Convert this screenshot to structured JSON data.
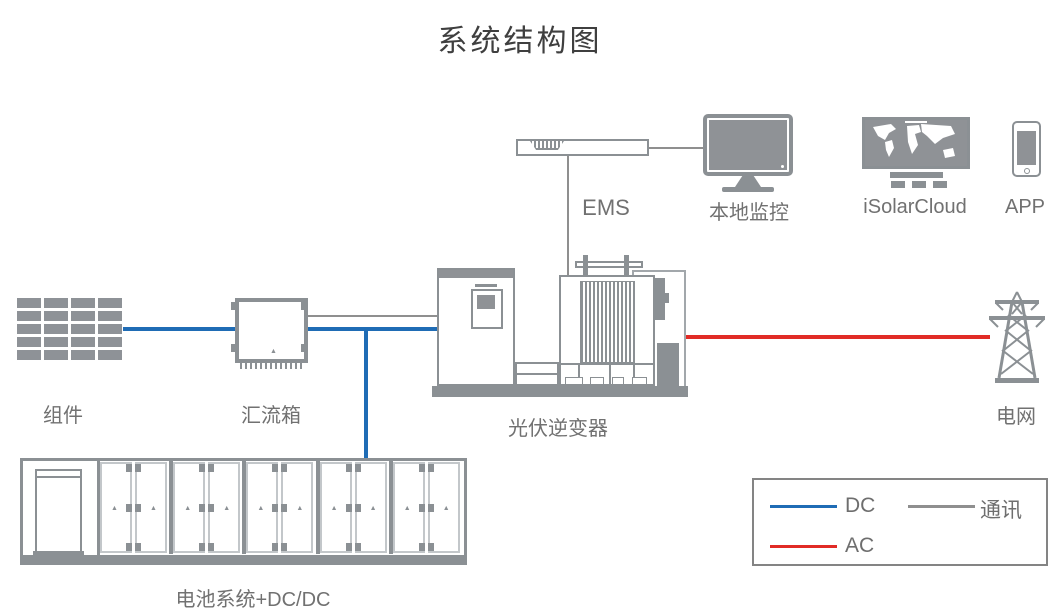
{
  "title": "系统结构图",
  "colors": {
    "dc": "#1f6cb5",
    "ac": "#e12b26",
    "comm": "#8f8f8f",
    "icon": "#8b9094",
    "label_text": "#717171",
    "title_text": "#3f3f3f"
  },
  "nodes": {
    "pv_modules": {
      "label": "组件"
    },
    "combiner_box": {
      "label": "汇流箱"
    },
    "pv_inverter": {
      "label": "光伏逆变器"
    },
    "battery_system": {
      "label": "电池系统+DC/DC"
    },
    "ems": {
      "label": "EMS"
    },
    "local_monitor": {
      "label": "本地监控"
    },
    "isolarcloud": {
      "label": "iSolarCloud"
    },
    "app": {
      "label": "APP"
    },
    "grid": {
      "label": "电网"
    }
  },
  "legend": {
    "items": [
      {
        "id": "dc",
        "label": "DC",
        "color": "#1f6cb5"
      },
      {
        "id": "ac",
        "label": "AC",
        "color": "#e12b26"
      },
      {
        "id": "comm",
        "label": "通讯",
        "color": "#8f8f8f"
      }
    ]
  },
  "battery": {
    "bay_count": 5
  }
}
